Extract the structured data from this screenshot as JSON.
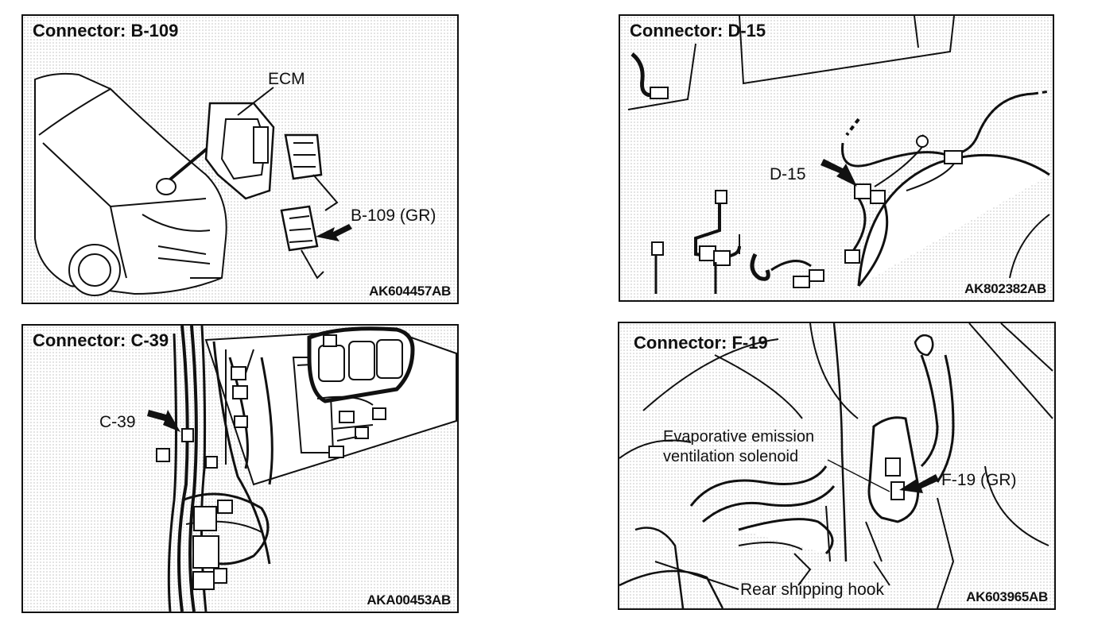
{
  "panels": [
    {
      "title": "Connector: B-109",
      "code": "AK604457AB",
      "labels": {
        "ecm": "ECM",
        "connector": "B-109 (GR)"
      }
    },
    {
      "title": "Connector: D-15",
      "code": "AK802382AB",
      "labels": {
        "connector": "D-15"
      }
    },
    {
      "title": "Connector: C-39",
      "code": "AKA00453AB",
      "labels": {
        "connector": "C-39"
      }
    },
    {
      "title": "Connector: F-19",
      "code": "AK603965AB",
      "labels": {
        "component_line1": "Evaporative emission",
        "component_line2": "ventilation solenoid",
        "connector": "F-19 (GR)",
        "hook": "Rear shipping hook"
      }
    }
  ],
  "icons": [
    "pointer-arrow-icon"
  ]
}
